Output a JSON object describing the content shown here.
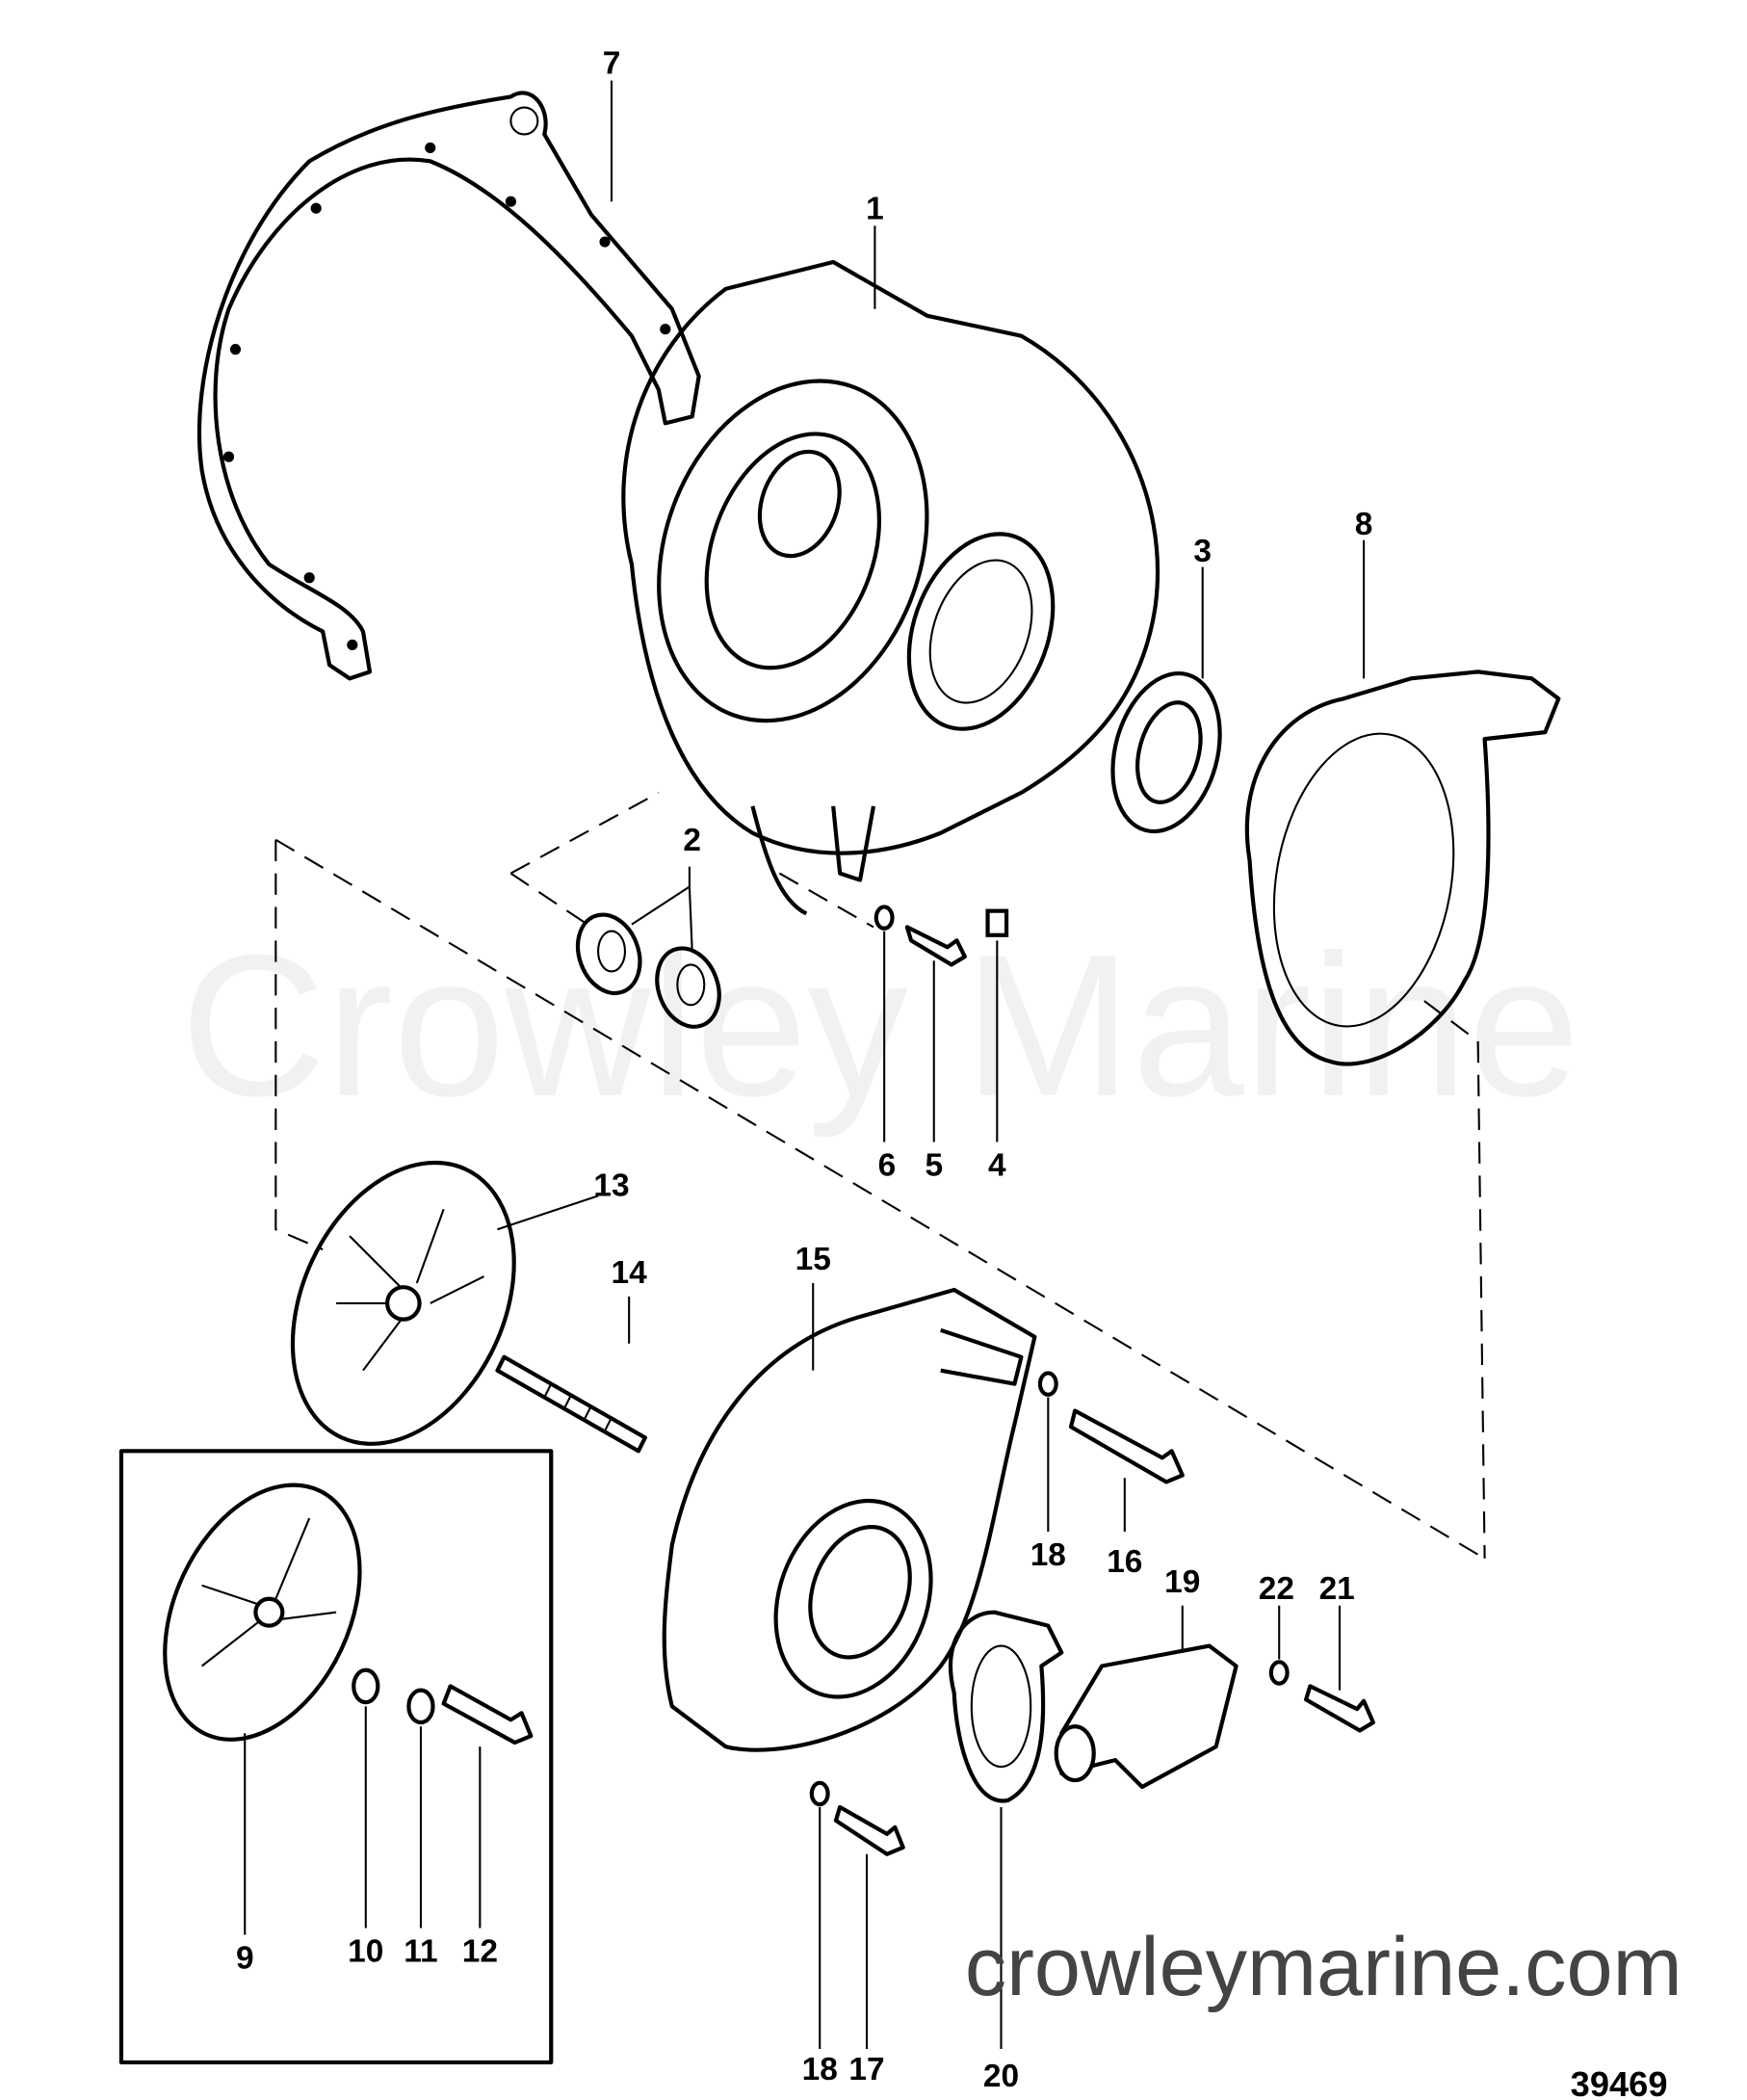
{
  "watermark": "Crowley Marine",
  "site": "crowleymarine.com",
  "figure_number": "39469",
  "callouts": {
    "c1": "1",
    "c2": "2",
    "c3": "3",
    "c4": "4",
    "c5": "5",
    "c6": "6",
    "c7": "7",
    "c8": "8",
    "c9": "9",
    "c10": "10",
    "c11": "11",
    "c12": "12",
    "c13": "13",
    "c14": "14",
    "c15": "15",
    "c16": "16",
    "c17": "17",
    "c18a": "18",
    "c18b": "18",
    "c19": "19",
    "c20": "20",
    "c21": "21",
    "c22": "22"
  }
}
